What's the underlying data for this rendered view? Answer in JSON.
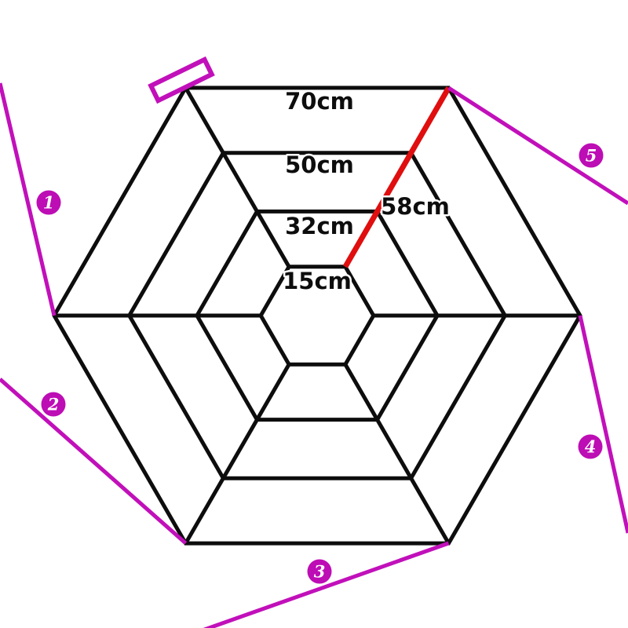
{
  "diagram": {
    "type": "hexagon-measurement-diagram",
    "background": "#ffffff",
    "colors": {
      "ink": "#0d0d0d",
      "highlight_red": "#e00e0e",
      "accent_magenta": "#c110ba",
      "badge_fill": "#bd0db5",
      "label_text": "#0d0d0d",
      "badge_text": "#ffffff"
    },
    "rings": [
      {
        "label": "70cm",
        "value_cm": 70
      },
      {
        "label": "50cm",
        "value_cm": 50
      },
      {
        "label": "32cm",
        "value_cm": 32
      },
      {
        "label": "15cm",
        "value_cm": 15
      }
    ],
    "highlight_spoke": {
      "label": "58cm",
      "value_cm": 58
    },
    "markers": [
      {
        "label": "1"
      },
      {
        "label": "2"
      },
      {
        "label": "3"
      },
      {
        "label": "4"
      },
      {
        "label": "5"
      }
    ]
  }
}
